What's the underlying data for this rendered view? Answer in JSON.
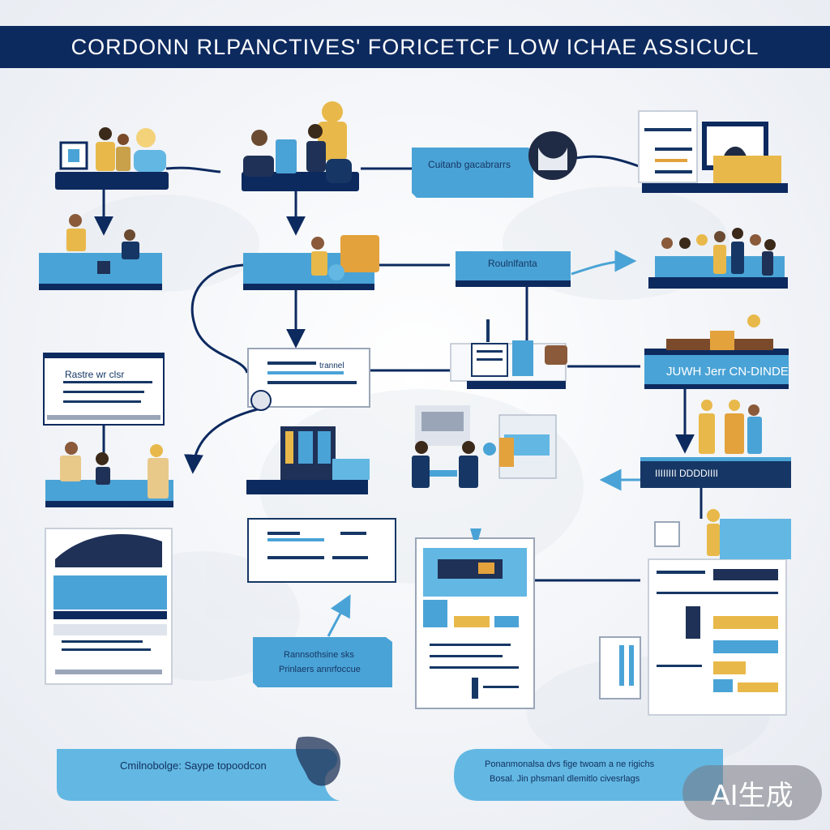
{
  "title": "CORDONN RLPANCTIVES' FORICETCF LOW ICHAE ASSICUCL",
  "labels": {
    "top_center": "Cuitanb gacabrarrs",
    "mid_center": "Roulnlfanta",
    "mid_left_card": "Rastre wr clsr",
    "center_card": "trannel",
    "right_mid": "JUWH Jerr CN-DINDE",
    "right_lower_bar": "IIIIIIII DDDDIIII",
    "lower_center_box_line1": "Rannsothsine sks",
    "lower_center_box_line2": "Prinlaers annrfoccue",
    "bottom_left_pill": "Cmilnobolge: Saype topoodcon",
    "bottom_right_pill_line1": "Ponanmonalsa dvs fige twoam a ne rigichs",
    "bottom_right_pill_line2": "Bosal. Jin phsmanl  dlemitlo civesrlags"
  },
  "badge": "AI生成",
  "colors": {
    "navy": "#0d2a5f",
    "blue": "#4aa3d6",
    "light_blue": "#63b7e3",
    "gold": "#e8b94a",
    "orange": "#e3a23c"
  }
}
